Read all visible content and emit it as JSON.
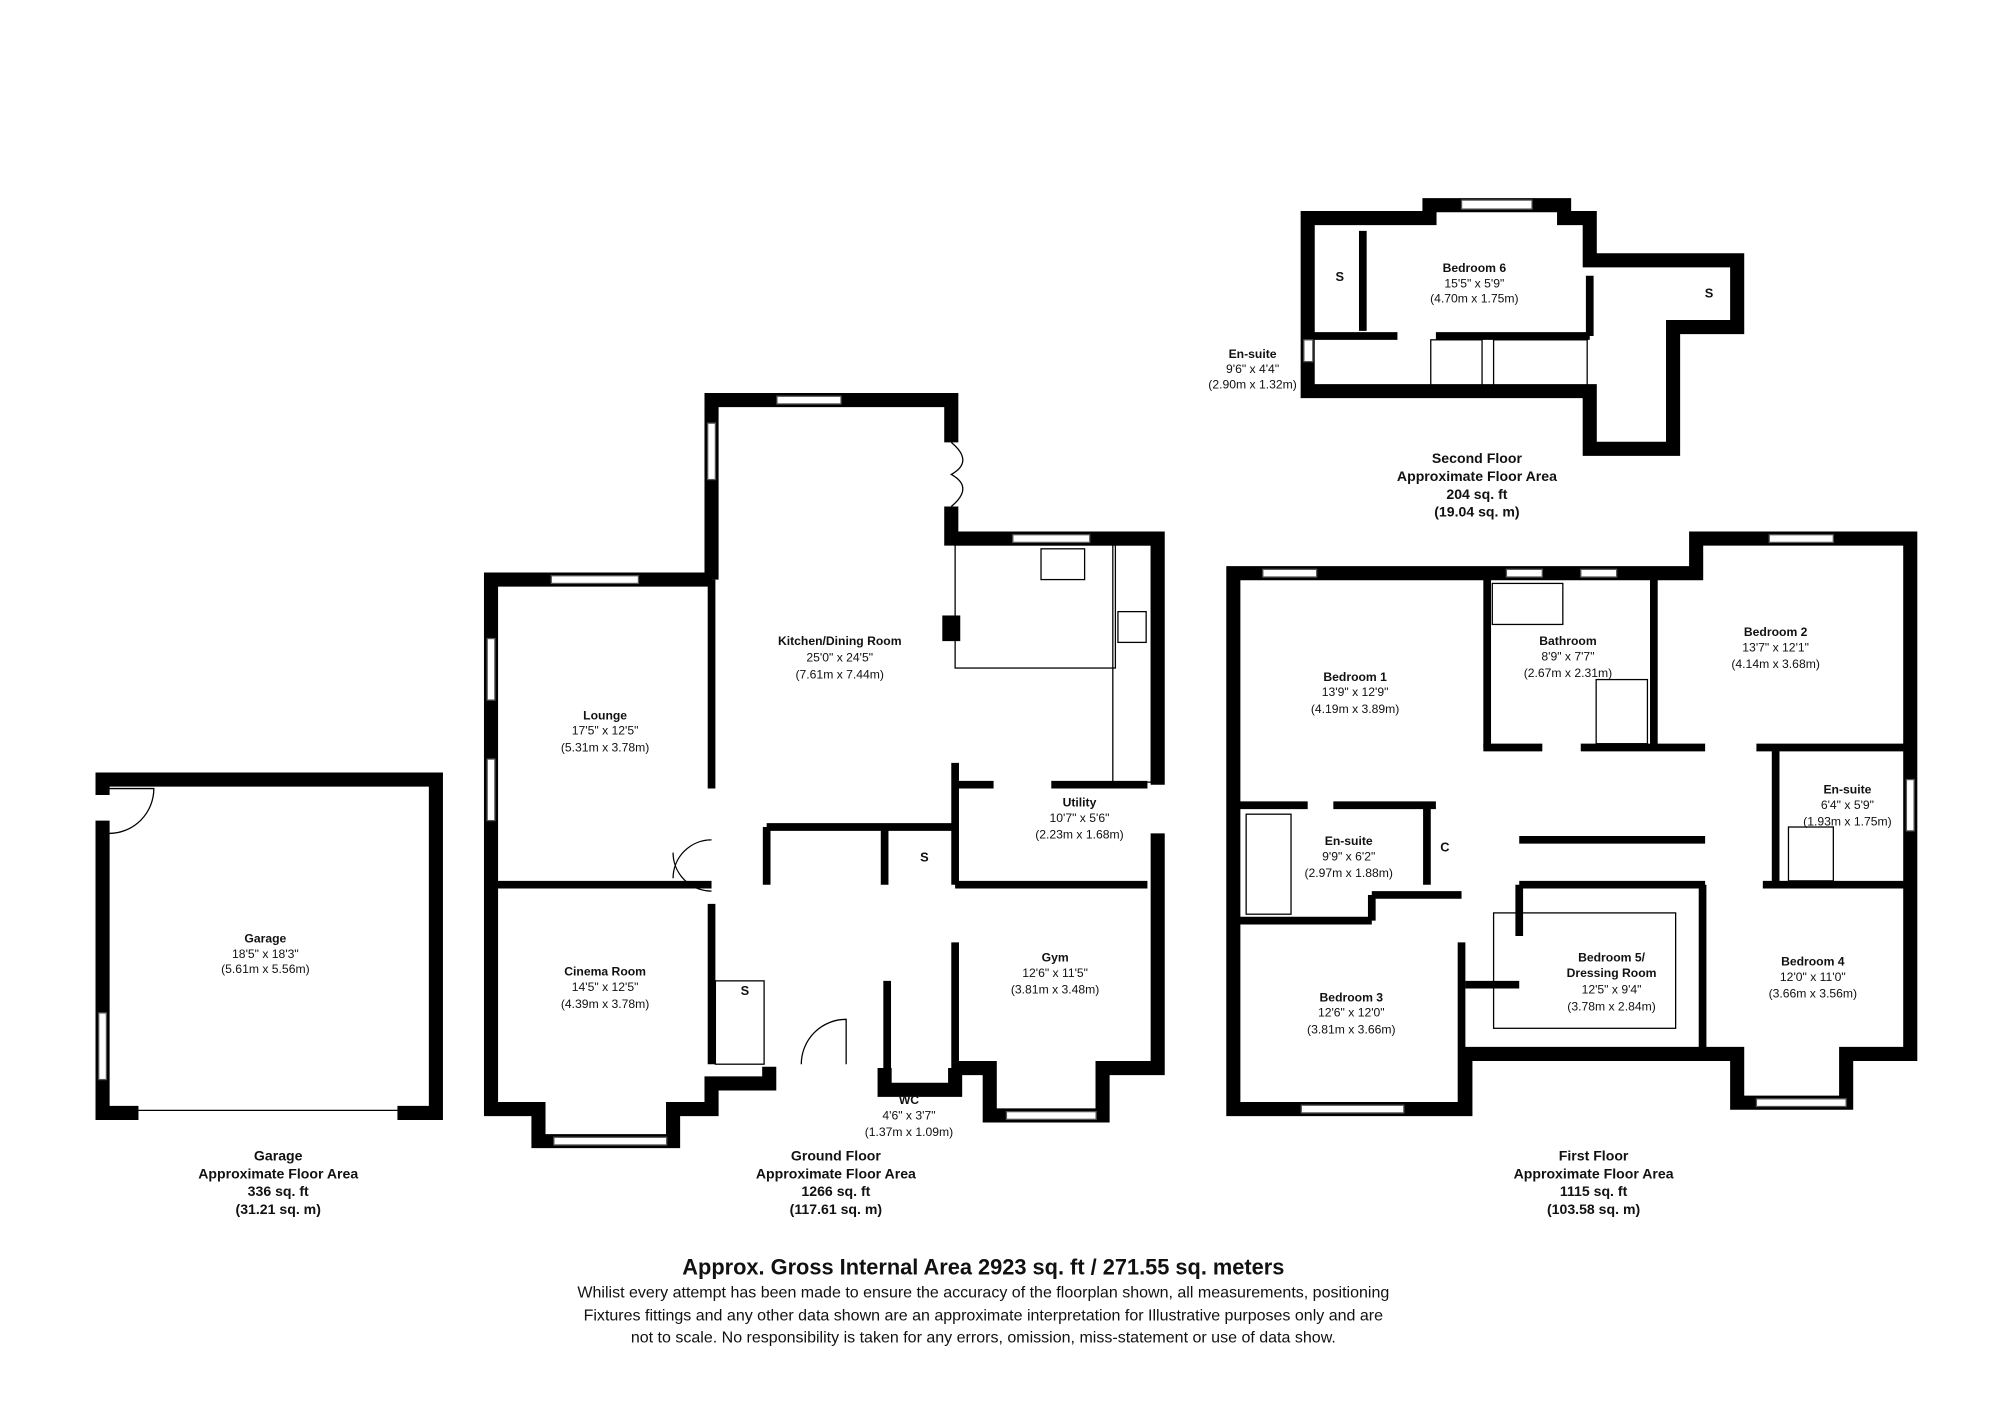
{
  "floors": {
    "garage": {
      "name": "Garage",
      "area_label": "Approximate Floor Area",
      "sqft": "336 sq. ft",
      "sqm": "(31.21 sq. m)"
    },
    "ground": {
      "name": "Ground Floor",
      "area_label": "Approximate Floor Area",
      "sqft": "1266 sq. ft",
      "sqm": "(117.61 sq. m)"
    },
    "first": {
      "name": "First Floor",
      "area_label": "Approximate Floor Area",
      "sqft": "1115 sq. ft",
      "sqm": "(103.58 sq. m)"
    },
    "second": {
      "name": "Second Floor",
      "area_label": "Approximate Floor Area",
      "sqft": "204 sq. ft",
      "sqm": "(19.04 sq. m)"
    }
  },
  "rooms": {
    "garage": {
      "name": "Garage",
      "imperial": "18'5\" x 18'3\"",
      "metric": "(5.61m x 5.56m)"
    },
    "kitchen": {
      "name": "Kitchen/Dining Room",
      "imperial": "25'0\" x 24'5\"",
      "metric": "(7.61m x 7.44m)"
    },
    "lounge": {
      "name": "Lounge",
      "imperial": "17'5\" x 12'5\"",
      "metric": "(5.31m x 3.78m)"
    },
    "cinema": {
      "name": "Cinema Room",
      "imperial": "14'5\" x 12'5\"",
      "metric": "(4.39m x 3.78m)"
    },
    "utility": {
      "name": "Utility",
      "imperial": "10'7\" x 5'6\"",
      "metric": "(2.23m x 1.68m)"
    },
    "gym": {
      "name": "Gym",
      "imperial": "12'6\" x 11'5\"",
      "metric": "(3.81m x 3.48m)"
    },
    "wc": {
      "name": "WC",
      "imperial": "4'6\" x 3'7\"",
      "metric": "(1.37m x 1.09m)"
    },
    "bedroom6": {
      "name": "Bedroom 6",
      "imperial": "15'5\" x 5'9\"",
      "metric": "(4.70m x 1.75m)"
    },
    "ensuite_second": {
      "name": "En-suite",
      "imperial": "9'6\" x 4'4\"",
      "metric": "(2.90m x 1.32m)"
    },
    "bedroom1": {
      "name": "Bedroom 1",
      "imperial": "13'9\" x 12'9\"",
      "metric": "(4.19m x 3.89m)"
    },
    "bathroom": {
      "name": "Bathroom",
      "imperial": "8'9\" x 7'7\"",
      "metric": "(2.67m x 2.31m)"
    },
    "bedroom2": {
      "name": "Bedroom 2",
      "imperial": "13'7\" x 12'1\"",
      "metric": "(4.14m x 3.68m)"
    },
    "ensuite_b2": {
      "name": "En-suite",
      "imperial": "6'4\" x 5'9\"",
      "metric": "(1.93m x 1.75m)"
    },
    "ensuite_b1": {
      "name": "En-suite",
      "imperial": "9'9\" x 6'2\"",
      "metric": "(2.97m x 1.88m)"
    },
    "bedroom5_line1": {
      "name": "Bedroom 5/"
    },
    "bedroom5": {
      "name": "Dressing Room",
      "imperial": "12'5\" x 9'4\"",
      "metric": "(3.78m x 2.84m)"
    },
    "bedroom3": {
      "name": "Bedroom 3",
      "imperial": "12'6\" x 12'0\"",
      "metric": "(3.81m x 3.66m)"
    },
    "bedroom4": {
      "name": "Bedroom 4",
      "imperial": "12'0\" x 11'0\"",
      "metric": "(3.66m x 3.56m)"
    }
  },
  "markers": {
    "storage": "S",
    "cupboard": "C"
  },
  "footer": {
    "title": "Approx. Gross Internal Area 2923 sq. ft / 271.55 sq. meters",
    "disclaimer": [
      "Whilist every attempt has been made to ensure the accuracy of the floorplan shown, all measurements, positioning",
      "Fixtures fittings and any other data shown are an approximate interpretation for Illustrative purposes only  and are",
      "not to scale. No responsibility is taken for any errors, omission, miss-statement or use of data show."
    ]
  },
  "colors": {
    "wall": "#000000",
    "background": "#ffffff"
  }
}
